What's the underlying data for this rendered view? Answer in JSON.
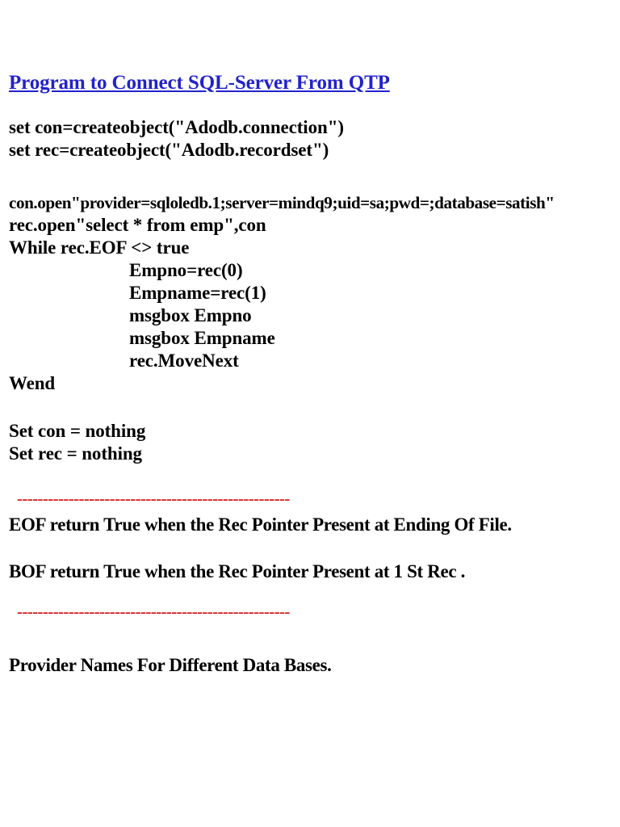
{
  "document": {
    "title": "Program to Connect SQL-Server From QTP",
    "title_color": "#2222CC",
    "separator_color": "#D42121",
    "text_color": "#000000",
    "background_color": "#FFFFFF"
  },
  "code": {
    "declare": [
      "set con=createobject(\"Adodb.connection\")",
      "set rec=createobject(\"Adodb.recordset\")"
    ],
    "connection_line": "con.open\"provider=sqloledb.1;server=mindq9;uid=sa;pwd=;database=satish\"",
    "recordset_open": "rec.open\"select * from emp\",con",
    "while_line": "While rec.EOF <> true",
    "loop_body": [
      "Empno=rec(0)",
      "Empname=rec(1)",
      "msgbox Empno",
      "msgbox Empname",
      "rec.MoveNext"
    ],
    "wend_line": "Wend",
    "cleanup": [
      "Set con = nothing",
      "Set rec = nothing"
    ]
  },
  "separators": {
    "top": "-----------------------------------------------------",
    "bottom": "-----------------------------------------------------"
  },
  "notes": {
    "eof": "EOF return True when the Rec Pointer Present at Ending Of File.",
    "bof": "BOF return True when the Rec Pointer Present at 1 St Rec ."
  },
  "footer": {
    "heading": "Provider Names For Different Data Bases."
  }
}
